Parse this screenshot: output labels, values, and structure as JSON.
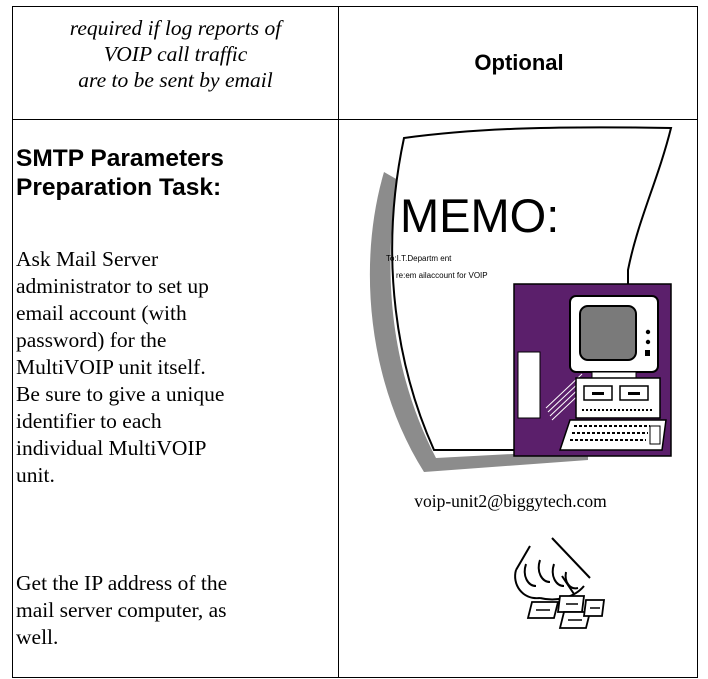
{
  "header": {
    "note_lines": [
      "required  if log reports of",
      "VOIP call traffic",
      "are to be sent by email"
    ],
    "optional_label": "Optional"
  },
  "task": {
    "title_lines": [
      "SMTP Parameters",
      "Preparation Task:"
    ],
    "paragraph1_lines": [
      "Ask Mail Server",
      "administrator to set up",
      "email account (with",
      "password) for the",
      "MultiVOIP unit itself.",
      "Be sure to give a unique",
      "identifier to each",
      "individual MultiVOIP",
      "unit."
    ],
    "paragraph2_lines": [
      "Get the IP address of the",
      "mail server computer, as",
      "well."
    ]
  },
  "illustration": {
    "memo_title": "MEMO:",
    "memo_to": "To:I.T.Departm ent",
    "memo_re": "re:em ailaccount for VOIP",
    "email_address": "voip-unit2@biggytech.com",
    "colors": {
      "computer_panel": "#5b1f6b",
      "shadow": "#8c8c8c"
    }
  }
}
